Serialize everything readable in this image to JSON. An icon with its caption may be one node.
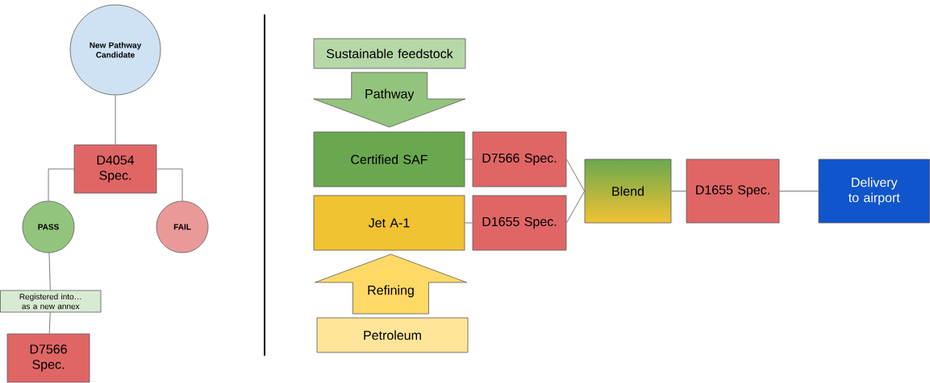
{
  "diagram": {
    "nodes": [
      {
        "text": [
          "New Pathway Candidate"
        ]
      },
      {
        "text": [
          "D4054 Spec."
        ]
      },
      {
        "text": [
          "PASS"
        ]
      },
      {
        "text": [
          "FAIL"
        ]
      },
      {
        "text": [
          "Registered into… as a new annex"
        ]
      },
      {
        "text": [
          "D7566 Spec."
        ]
      },
      {
        "text": [
          "Sustainable feedstock"
        ]
      },
      {
        "text": [
          "Certified SAF"
        ]
      },
      {
        "text": [
          "D7566 Spec."
        ]
      },
      {
        "text": [
          "Jet A-1"
        ]
      },
      {
        "text": [
          "D1655 Spec."
        ]
      },
      {
        "text": [
          "Petroleum"
        ]
      },
      {
        "text": [
          "Blend"
        ]
      },
      {
        "text": [
          "D1655 Spec."
        ]
      },
      {
        "text": [
          "Delivery to airport"
        ]
      }
    ],
    "edges": [
      {
        "from": 0,
        "to": 1,
        "arrow": "none"
      },
      {
        "from": 1,
        "to": 2,
        "arrow": "none"
      },
      {
        "from": 1,
        "to": 3,
        "arrow": "none"
      },
      {
        "from": 2,
        "to": 4,
        "arrow": "none"
      },
      {
        "from": 4,
        "to": 5,
        "arrow": "none"
      },
      {
        "from": 6,
        "to": 7,
        "arrow": "to",
        "label": "Pathway",
        "color": "#93c47d"
      },
      {
        "from": 7,
        "to": 8,
        "arrow": "none"
      },
      {
        "from": 9,
        "to": 10,
        "arrow": "none"
      },
      {
        "from": 11,
        "to": 9,
        "arrow": "to",
        "label": "Refining",
        "color": "#ffd966"
      },
      {
        "from": 8,
        "to": 12,
        "arrow": "none"
      },
      {
        "from": 10,
        "to": 12,
        "arrow": "none"
      },
      {
        "from": 12,
        "to": 13,
        "arrow": "none"
      },
      {
        "from": 13,
        "to": 14,
        "arrow": "none"
      }
    ]
  }
}
